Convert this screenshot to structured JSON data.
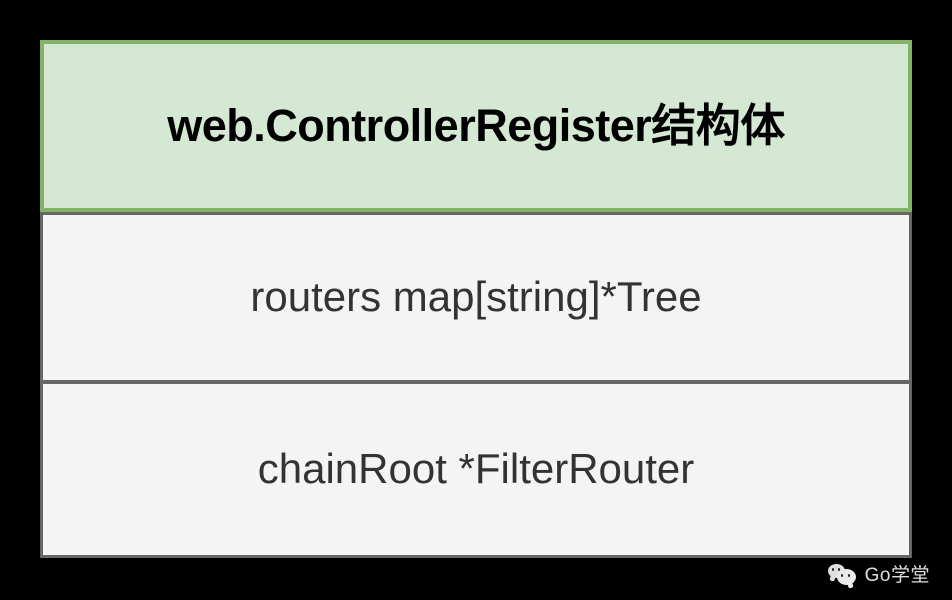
{
  "diagram": {
    "header": {
      "title": "web.ControllerRegister结构体",
      "fill_color": "#d5e8d4",
      "border_color": "#82b366"
    },
    "fields": [
      {
        "text": "routers map[string]*Tree",
        "fill_color": "#f4f4f4",
        "border_color": "#666666"
      },
      {
        "text": "chainRoot *FilterRouter",
        "fill_color": "#f4f4f4",
        "border_color": "#666666"
      }
    ]
  },
  "watermark": {
    "icon": "wechat-icon",
    "label": "Go学堂"
  },
  "canvas": {
    "background_color": "#000000"
  }
}
